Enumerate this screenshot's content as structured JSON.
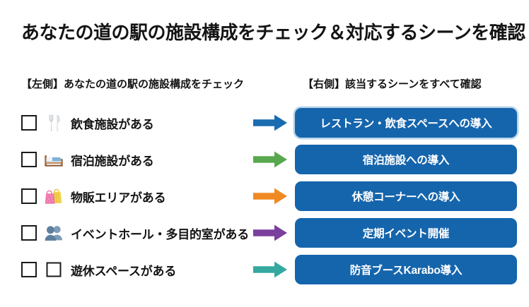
{
  "page": {
    "title": "あなたの道の駅の施設構成をチェック＆対応するシーンを確認",
    "background_color": "#ffffff"
  },
  "headers": {
    "left": "【左側】あなたの道の駅の施設構成をチェック",
    "right": "【右側】該当するシーンをすべて確認"
  },
  "colors": {
    "pill_blue": "#1565ac",
    "pill_outline": "#bcd6ea",
    "arrow_blue": "#1a6cb0",
    "arrow_green": "#59a84f",
    "arrow_orange": "#ef8a22",
    "arrow_purple": "#7b3f9d",
    "arrow_teal": "#35a8a0",
    "text_dark": "#141414",
    "checkbox_border": "#1b1b1b"
  },
  "rows": [
    {
      "checkbox_checked": false,
      "icon": "fork-and-knife-icon",
      "label": "飲食施設がある",
      "arrow_color": "#1a6cb0",
      "arrow_name": "arrow-right-blue-icon",
      "action": "レストラン・飲食スペースへの導入",
      "outlined": true
    },
    {
      "checkbox_checked": false,
      "icon": "bed-icon",
      "label": "宿泊施設がある",
      "arrow_color": "#59a84f",
      "arrow_name": "arrow-right-green-icon",
      "action": "宿泊施設への導入",
      "outlined": false
    },
    {
      "checkbox_checked": false,
      "icon": "shopping-bags-icon",
      "label": "物販エリアがある",
      "arrow_color": "#ef8a22",
      "arrow_name": "arrow-right-orange-icon",
      "action": "休憩コーナーへの導入",
      "outlined": false
    },
    {
      "checkbox_checked": false,
      "icon": "busts-in-silhouette-icon",
      "label": "イベントホール・多目的室がある",
      "arrow_color": "#7b3f9d",
      "arrow_name": "arrow-right-purple-icon",
      "action": "定期イベント開催",
      "outlined": false
    },
    {
      "checkbox_checked": false,
      "icon": "white-square-icon",
      "label": "遊休スペースがある",
      "arrow_color": "#35a8a0",
      "arrow_name": "arrow-right-teal-icon",
      "action": "防音ブースKarabo導入",
      "outlined": false
    }
  ]
}
